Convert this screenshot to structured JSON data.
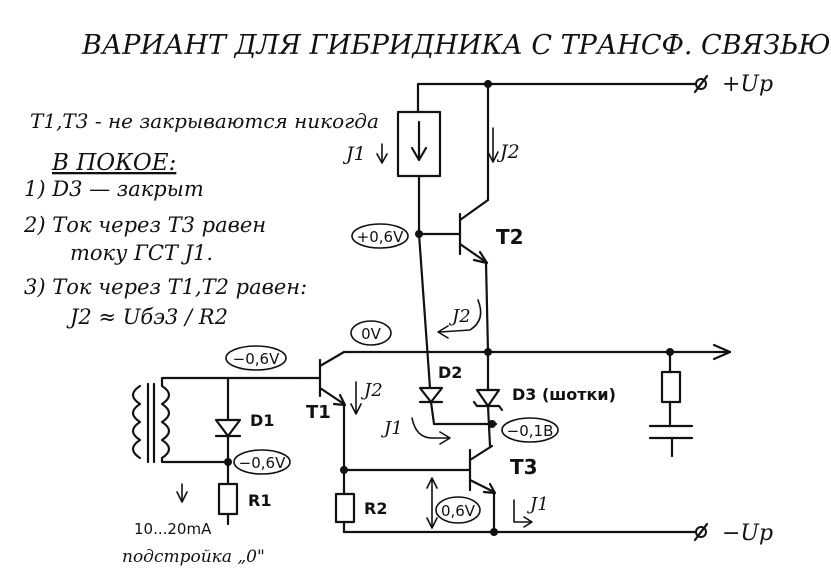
{
  "title": "ВАРИАНТ ДЛЯ ГИБРИДНИКА С ТРАНСФ. СВЯЗЬЮ",
  "notes": {
    "never_closed": "T1,T3 - не закрываются никогда",
    "rest_heading": "В ПОКОЕ:",
    "item1": "1) D3 — закрыт",
    "item2_line1": "2) Ток через T3 равен",
    "item2_line2": "току ГСТ J1.",
    "item3_line1": "3) Ток через T1,T2 равен:",
    "item3_line2": "J2 ≈ Uбэ3 / R2"
  },
  "terminals": {
    "plus": "+Uр",
    "minus": "−Uр"
  },
  "components": {
    "T1": "T1",
    "T2": "T2",
    "T3": "T3",
    "D1": "D1",
    "D2": "D2",
    "D3": "D3 (шотки)",
    "R1": "R1",
    "R2": "R2"
  },
  "currents": {
    "j1_source": "J1",
    "j2_top": "J2",
    "j2_mid": "J2",
    "j2_t1": "J2",
    "j1_d2": "J1",
    "j1_t3": "J1"
  },
  "voltages": {
    "t2_base": "+0,6V",
    "zero": "0V",
    "t1_base": "−0,6V",
    "d1_cathode": "−0,6V",
    "d3_cathode": "−0,1В",
    "t3_be": "0,6V"
  },
  "r1_current": "10...20mA",
  "r1_trim": "подстройка „0\""
}
